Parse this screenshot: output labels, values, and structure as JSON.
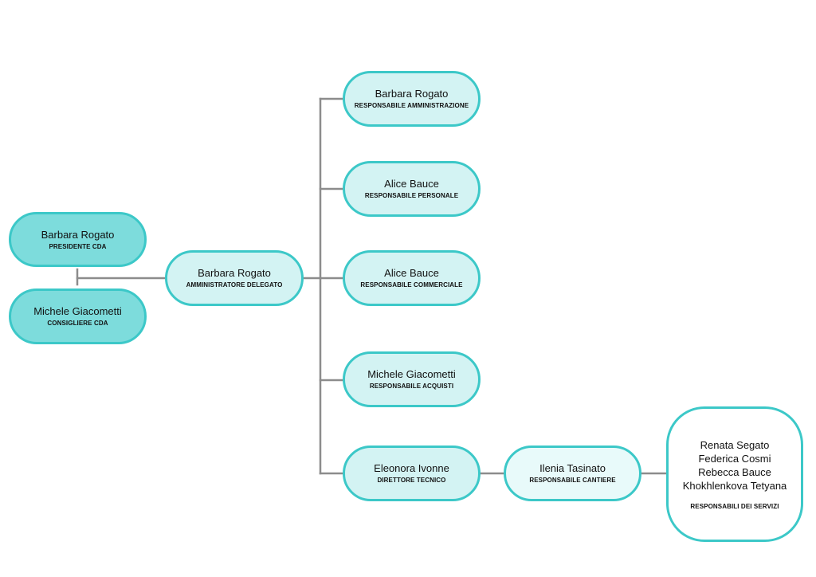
{
  "nodes": {
    "presidente": {
      "name": "Barbara Rogato",
      "role": "PRESIDENTE CDA"
    },
    "consigliere": {
      "name": "Michele Giacometti",
      "role": "CONSIGLIERE CDA"
    },
    "amministratore": {
      "name": "Barbara Rogato",
      "role": "AMMINISTRATORE DELEGATO"
    },
    "amministrazione": {
      "name": "Barbara Rogato",
      "role": "RESPONSABILE AMMINISTRAZIONE"
    },
    "personale": {
      "name": "Alice Bauce",
      "role": "RESPONSABILE PERSONALE"
    },
    "commerciale": {
      "name": "Alice Bauce",
      "role": "RESPONSABILE COMMERCIALE"
    },
    "acquisti": {
      "name": "Michele Giacometti",
      "role": "RESPONSABILE ACQUISTI"
    },
    "tecnico": {
      "name": "Eleonora Ivonne",
      "role": "DIRETTORE TECNICO"
    },
    "cantiere": {
      "name": "Ilenia Tasinato",
      "role": "RESPONSABILE CANTIERE"
    },
    "servizi": {
      "names": [
        "Renata Segato",
        "Federica Cosmi",
        "Rebecca Bauce",
        "Khokhlenkova Tetyana"
      ],
      "role": "RESPONSABILI DEI SERVIZI"
    }
  },
  "colors": {
    "border": "#3cc8c8",
    "connector": "#8c8c8c",
    "fill_board": "#7ddcdc",
    "fill_management": "#d3f3f3",
    "fill_site": "#e8fafa"
  }
}
